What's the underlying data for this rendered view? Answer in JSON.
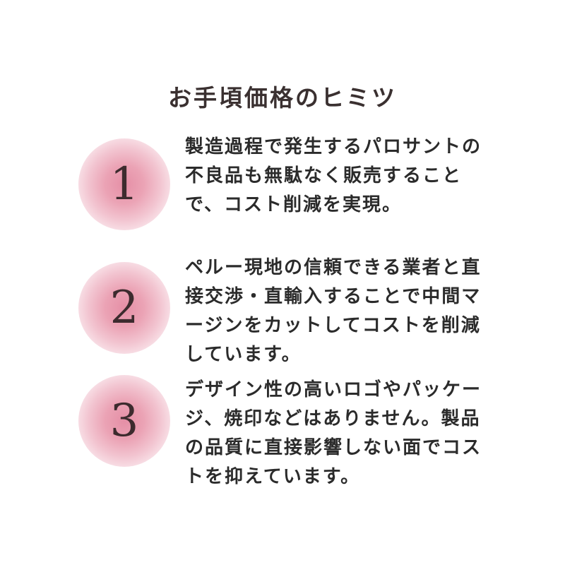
{
  "title": "お手頃価格のヒミツ",
  "items": [
    {
      "number": "1",
      "lines": [
        "製造過程で発生するパロサントの",
        "不良品も無駄なく販売すること",
        "で、コスト削減を実現。"
      ]
    },
    {
      "number": "2",
      "lines": [
        "ペルー現地の信頼できる業者と直",
        "接交渉・直輸入することで中間マ",
        "ージンをカットしてコストを削減",
        "しています。"
      ]
    },
    {
      "number": "3",
      "lines": [
        "デザイン性の高いロゴやパッケー",
        "ジ、焼印などはありません。製品",
        "の品質に直接影響しない面でコス",
        "トを抑えています。"
      ]
    }
  ],
  "colors": {
    "circle_center": "#e58fa6",
    "circle_edge": "#ffffff",
    "text": "#2b2b2b",
    "number": "#3d2b2e"
  }
}
